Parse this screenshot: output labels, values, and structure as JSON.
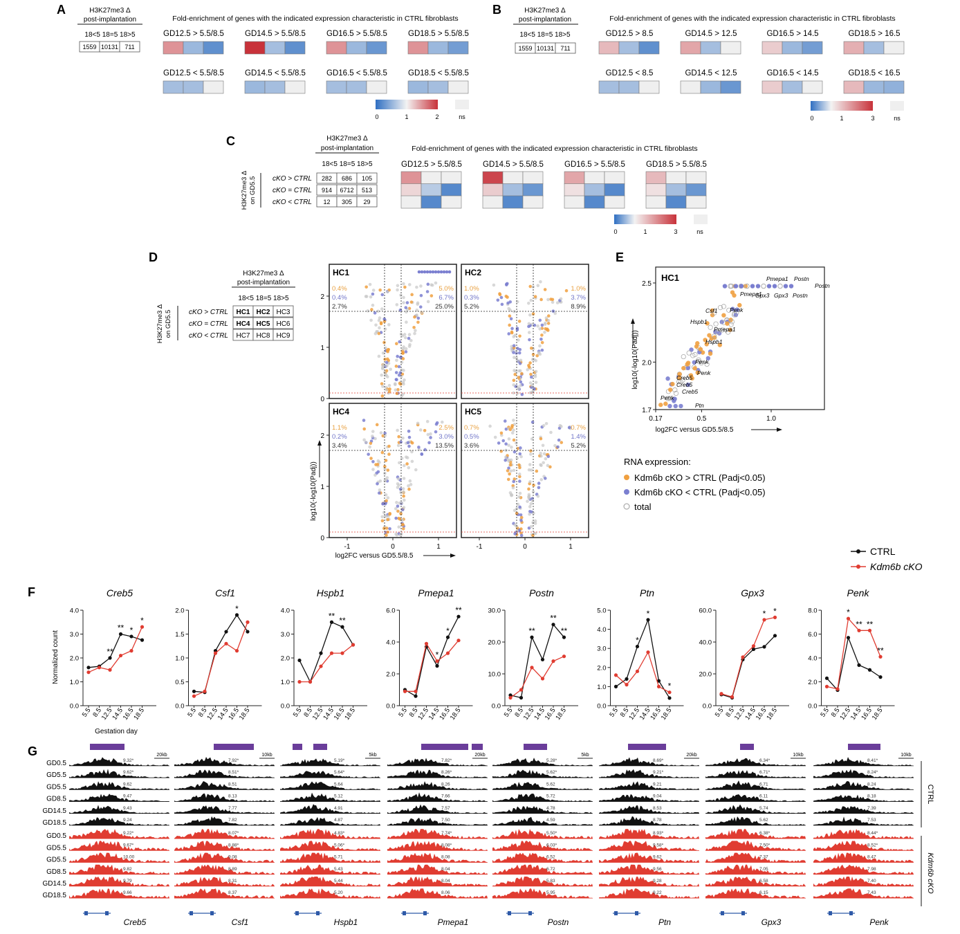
{
  "panels": {
    "A": "A",
    "B": "B",
    "C": "C",
    "D": "D",
    "E": "E",
    "F": "F",
    "G": "G"
  },
  "h3k": {
    "line1": "H3K27me3 Δ",
    "line2": "post-implantation",
    "cats": "18<5  18=5  18>5"
  },
  "fold_title": "Fold-enrichment of genes with the indicated expression characteristic in CTRL fibroblasts",
  "panel_a": {
    "counts": [
      "1559",
      "10131",
      "711"
    ],
    "rows": [
      {
        "labels": [
          "GD12.5 > 5.5/8.5",
          "GD14.5 > 5.5/8.5",
          "GD16.5 > 5.5/8.5",
          "GD18.5 > 5.5/8.5"
        ],
        "cells": [
          [
            1.5,
            0.55,
            0.25
          ],
          [
            2.0,
            0.6,
            0.25
          ],
          [
            1.5,
            0.55,
            0.3
          ],
          [
            1.5,
            0.55,
            0.35
          ]
        ]
      },
      {
        "labels": [
          "GD12.5 < 5.5/8.5",
          "GD14.5 < 5.5/8.5",
          "GD16.5 < 5.5/8.5",
          "GD18.5 < 5.5/8.5"
        ],
        "cells": [
          [
            0.6,
            0.6,
            "ns"
          ],
          [
            0.55,
            0.6,
            "ns"
          ],
          [
            0.6,
            0.6,
            "ns"
          ],
          [
            0.55,
            0.6,
            "ns"
          ]
        ]
      }
    ],
    "scale": [
      "0",
      "1",
      "2",
      "ns"
    ]
  },
  "panel_b": {
    "counts": [
      "1559",
      "10131",
      "711"
    ],
    "rows": [
      {
        "labels": [
          "GD12.5 > 8.5",
          "GD14.5 > 12.5",
          "GD16.5 > 14.5",
          "GD18.5 > 16.5"
        ],
        "cells": [
          [
            1.6,
            0.6,
            0.25
          ],
          [
            1.8,
            0.6,
            "ns"
          ],
          [
            1.4,
            0.55,
            0.35
          ],
          [
            1.7,
            0.6,
            "ns"
          ]
        ]
      },
      {
        "labels": [
          "GD12.5 < 8.5",
          "GD14.5 < 12.5",
          "GD16.5 < 14.5",
          "GD18.5 < 16.5"
        ],
        "cells": [
          [
            0.6,
            0.6,
            "ns"
          ],
          [
            "ns",
            0.55,
            0.3
          ],
          [
            1.4,
            0.6,
            "ns"
          ],
          [
            1.6,
            0.55,
            0.5
          ]
        ]
      }
    ],
    "scale": [
      "0",
      "1",
      "3",
      "ns"
    ]
  },
  "panel_c": {
    "side1": "H3K27me3 Δ",
    "side2": "on GD5.5",
    "row_labels": [
      "cKO > CTRL",
      "cKO = CTRL",
      "cKO < CTRL"
    ],
    "counts": [
      [
        "282",
        "686",
        "105"
      ],
      [
        "914",
        "6712",
        "513"
      ],
      [
        "12",
        "305",
        "29"
      ]
    ],
    "labels": [
      "GD12.5 > 5.5/8.5",
      "GD14.5 > 5.5/8.5",
      "GD16.5 > 5.5/8.5",
      "GD18.5 > 5.5/8.5"
    ],
    "cells": [
      [
        [
          2.0,
          "ns",
          "ns"
        ],
        [
          1.3,
          0.7,
          0.2
        ],
        [
          "ns",
          0.2,
          "ns"
        ]
      ],
      [
        [
          2.8,
          "ns",
          "ns"
        ],
        [
          1.4,
          0.6,
          0.3
        ],
        [
          "ns",
          0.2,
          "ns"
        ]
      ],
      [
        [
          1.8,
          "ns",
          "ns"
        ],
        [
          1.2,
          0.6,
          0.2
        ],
        [
          "ns",
          0.2,
          "ns"
        ]
      ],
      [
        [
          1.6,
          "ns",
          "ns"
        ],
        [
          1.2,
          0.6,
          0.3
        ],
        [
          "ns",
          0.2,
          "ns"
        ]
      ]
    ],
    "scale": [
      "0",
      "1",
      "3",
      "ns"
    ]
  },
  "panel_d": {
    "grid": [
      [
        "HC1",
        "HC2",
        "HC3"
      ],
      [
        "HC4",
        "HC5",
        "HC6"
      ],
      [
        "HC7",
        "HC8",
        "HC9"
      ]
    ],
    "row_labels": [
      "cKO > CTRL",
      "cKO = CTRL",
      "cKO < CTRL"
    ],
    "side1": "H3K27me3 Δ",
    "side2": "on GD5.5",
    "plots": [
      {
        "name": "HC1",
        "left": [
          "0.4%",
          "0.4%",
          "2.7%"
        ],
        "right": [
          "5.0%",
          "6.7%",
          "25.0%"
        ]
      },
      {
        "name": "HC2",
        "left": [
          "1.0%",
          "0.3%",
          "5.2%"
        ],
        "right": [
          "1.0%",
          "3.7%",
          "8.9%"
        ]
      },
      {
        "name": "HC4",
        "left": [
          "1.1%",
          "0.2%",
          "3.4%"
        ],
        "right": [
          "2.5%",
          "3.0%",
          "13.5%"
        ]
      },
      {
        "name": "HC5",
        "left": [
          "0.7%",
          "0.5%",
          "3.6%"
        ],
        "right": [
          "0.7%",
          "1.4%",
          "5.2%"
        ]
      }
    ],
    "ylabel": "log10(-log10(Padj))",
    "xlabel": "log2FC versus GD5.5/8.5",
    "yticks": [
      "0",
      "1",
      "2"
    ],
    "xticks": [
      "-1",
      "0",
      "1"
    ]
  },
  "panel_e": {
    "title": "HC1",
    "ylabel": "log10(-log10(Padj))",
    "xlabel": "log2FC versus GD5.5/8.5",
    "yticks": [
      "1.7",
      "2.0",
      "2.5"
    ],
    "xticks": [
      "0.17",
      "0.5",
      "1.0"
    ],
    "gene_labels": [
      "Pmepa1",
      "Postn",
      "Postn",
      "Pmepa1",
      "Gpx3",
      "Gpx3",
      "Postn",
      "Csf1",
      "Penk",
      "Hspb1",
      "Pmepa1",
      "Hspb1",
      "Penk",
      "Penk",
      "Creb5",
      "Creb5",
      "Creb5",
      "Penk",
      "Ptn"
    ],
    "legend_title": "RNA expression:",
    "legend": [
      "Kdm6b cKO > CTRL (Padj<0.05)",
      "Kdm6b cKO < CTRL (Padj<0.05)",
      "total"
    ]
  },
  "colors": {
    "ctrl": "#111111",
    "cko": "#e03c31",
    "up": "#f0a040",
    "down": "#7b7fd0",
    "heat_low": "#3a74c4",
    "heat_high": "#c8323a",
    "purple": "#6a3d9a"
  },
  "chart_data": {
    "type": "line",
    "xlabel": "Gestation day",
    "ylabel": "Normalized count",
    "categories": [
      "5.5",
      "8.5",
      "12.5",
      "14.5",
      "16.5",
      "18.5"
    ],
    "legend": [
      "CTRL",
      "Kdm6b cKO"
    ],
    "genes": [
      {
        "name": "Creb5",
        "ymax": 4.0,
        "yticks": [
          "0.0",
          "1.0",
          "2.0",
          "3.0",
          "4.0"
        ],
        "ctrl": [
          1.6,
          1.65,
          2.0,
          3.0,
          2.9,
          2.75
        ],
        "cko": [
          1.4,
          1.6,
          1.5,
          2.1,
          2.3,
          3.3
        ],
        "stars": [
          "",
          "",
          "**",
          "**",
          "*",
          "*"
        ]
      },
      {
        "name": "Csf1",
        "ymax": 2.0,
        "yticks": [
          "0.0",
          "0.5",
          "1.0",
          "1.5",
          "2.0"
        ],
        "ctrl": [
          0.3,
          0.28,
          1.15,
          1.55,
          1.9,
          1.55
        ],
        "cko": [
          0.2,
          0.3,
          1.1,
          1.3,
          1.15,
          1.75
        ],
        "stars": [
          "",
          "",
          "",
          "",
          "*",
          ""
        ]
      },
      {
        "name": "Hspb1",
        "ymax": 4.0,
        "yticks": [
          "0.0",
          "1.0",
          "2.0",
          "3.0",
          "4.0"
        ],
        "ctrl": [
          1.9,
          1.0,
          2.2,
          3.5,
          3.3,
          2.55
        ],
        "cko": [
          1.0,
          1.0,
          1.65,
          2.2,
          2.2,
          2.55
        ],
        "stars": [
          "",
          "",
          "",
          "**",
          "**",
          ""
        ]
      },
      {
        "name": "Pmepa1",
        "ymax": 6.0,
        "yticks": [
          "0.0",
          "2.0",
          "4.0",
          "6.0"
        ],
        "ctrl": [
          1.0,
          0.6,
          3.7,
          2.5,
          4.3,
          5.6
        ],
        "cko": [
          0.9,
          0.9,
          3.9,
          2.8,
          3.3,
          4.1
        ],
        "stars": [
          "",
          "",
          "",
          "*",
          "*",
          "**"
        ]
      },
      {
        "name": "Postn",
        "ymax": 30.0,
        "yticks": [
          "0.0",
          "10.0",
          "20.0",
          "30.0"
        ],
        "ctrl": [
          3.3,
          2.5,
          21.5,
          14.5,
          25.5,
          21.5
        ],
        "cko": [
          2.5,
          5.0,
          12.0,
          8.5,
          14.0,
          15.5
        ],
        "stars": [
          "",
          "",
          "**",
          "",
          "**",
          "**"
        ]
      },
      {
        "name": "Ptn",
        "ymax": 5.0,
        "yticks": [
          "0.0",
          "1.0",
          "2.0",
          "3.0",
          "4.0",
          "5.0"
        ],
        "ctrl": [
          1.0,
          1.4,
          3.1,
          4.5,
          1.3,
          0.4
        ],
        "cko": [
          1.6,
          1.1,
          1.8,
          2.8,
          1.0,
          0.7
        ],
        "stars": [
          "",
          "",
          "*",
          "*",
          "",
          "*"
        ]
      },
      {
        "name": "Gpx3",
        "ymax": 60.0,
        "yticks": [
          "0.0",
          "20.0",
          "40.0",
          "60.0"
        ],
        "ctrl": [
          7.0,
          5.0,
          29.0,
          35.5,
          37.0,
          44.0
        ],
        "cko": [
          7.5,
          5.5,
          30.5,
          37.5,
          54.0,
          55.5
        ],
        "stars": [
          "",
          "",
          "",
          "",
          "*",
          "*"
        ]
      },
      {
        "name": "Penk",
        "ymax": 8.0,
        "yticks": [
          "0.0",
          "2.0",
          "4.0",
          "6.0",
          "8.0"
        ],
        "ctrl": [
          2.3,
          1.3,
          5.7,
          3.4,
          3.0,
          2.4
        ],
        "cko": [
          1.6,
          1.4,
          7.3,
          6.3,
          6.3,
          4.1
        ],
        "stars": [
          "",
          "",
          "*",
          "**",
          "**",
          "**"
        ]
      }
    ]
  },
  "panel_g": {
    "rows": [
      "GD0.5",
      "GD5.5",
      "GD5.5",
      "GD8.5",
      "GD14.5",
      "GD18.5",
      "GD0.5",
      "GD5.5",
      "GD5.5",
      "GD8.5",
      "GD14.5",
      "GD18.5"
    ],
    "group_ctrl": "CTRL",
    "group_cko": "Kdm6b cKO",
    "loci": [
      {
        "gene": "Creb5",
        "scale": "20kb",
        "values": [
          "9.32*",
          "9.62*",
          "9.62",
          "9.47",
          "9.43",
          "9.24",
          "9.22*",
          "9.67*",
          "10.00",
          "9.82",
          "9.79",
          "9.66"
        ]
      },
      {
        "gene": "Csf1",
        "scale": "10kb",
        "values": [
          "7.92*",
          "8.51*",
          "8.51",
          "8.13",
          "7.77",
          "7.82",
          "8.07*",
          "8.88*",
          "9.08",
          "8.89",
          "8.31",
          "8.37"
        ]
      },
      {
        "gene": "Hspb1",
        "scale": "5kb",
        "values": [
          "5.19*",
          "5.64*",
          "5.64",
          "5.12",
          "4.91",
          "4.87",
          "4.83*",
          "5.06*",
          "5.71",
          "5.43",
          "5.44",
          "5.20"
        ]
      },
      {
        "gene": "Pmepa1",
        "scale": "20kb",
        "values": [
          "7.82*",
          "8.26*",
          "8.26",
          "7.66",
          "7.57",
          "7.50",
          "7.74*",
          "8.08*",
          "8.08",
          "8.04",
          "8.04",
          "8.06"
        ]
      },
      {
        "gene": "Postn",
        "scale": "5kb",
        "values": [
          "5.28*",
          "5.62*",
          "5.62",
          "5.72",
          "4.78",
          "4.59",
          "5.50*",
          "6.03*",
          "6.52",
          "6.72",
          "5.83",
          "5.95"
        ]
      },
      {
        "gene": "Ptn",
        "scale": "20kb",
        "values": [
          "8.69*",
          "9.21*",
          "9.21",
          "9.04",
          "8.53",
          "8.78",
          "8.93*",
          "9.58*",
          "9.62",
          "9.56",
          "9.28",
          "9.22"
        ]
      },
      {
        "gene": "Gpx3",
        "scale": "10kb",
        "values": [
          "6.34*",
          "6.71*",
          "6.71",
          "6.11",
          "5.74",
          "5.62",
          "6.38*",
          "7.50*",
          "7.37",
          "7.05",
          "6.58",
          "6.15"
        ]
      },
      {
        "gene": "Penk",
        "scale": "10kb",
        "values": [
          "8.41*",
          "8.24*",
          "8.24",
          "8.18",
          "7.39",
          "7.53",
          "8.44*",
          "8.52*",
          "8.47",
          "7.98",
          "7.40",
          "7.43"
        ]
      }
    ]
  }
}
